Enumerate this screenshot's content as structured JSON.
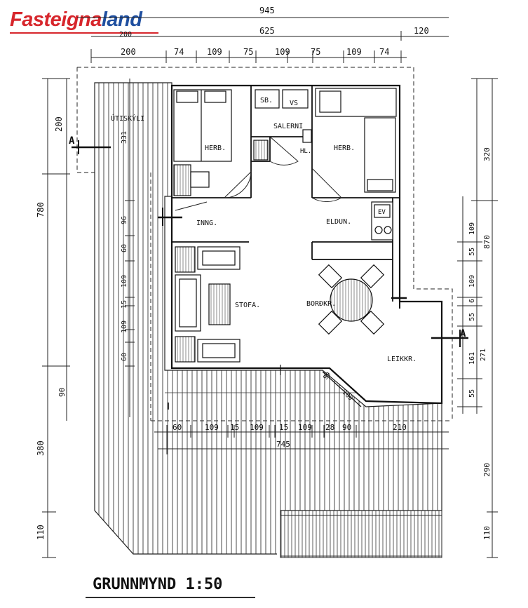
{
  "logo": {
    "part1": "Fasteigna",
    "part2": "land",
    "color1": "#d7262c",
    "color2": "#1f4fa0"
  },
  "title": "GRUNNMYND 1:50",
  "rooms": {
    "utiskyli": "ÚTISKÝLI",
    "herb_left": "HERB.",
    "herb_right": "HERB.",
    "sb": "SB.",
    "vs": "VS",
    "salerni": "SALERNI",
    "hl": "HL.",
    "inng": "INNG.",
    "eldun": "ELDUN.",
    "ev": "EV",
    "stofa": "STOFA.",
    "bordkr": "BORÐKR.",
    "leikkr": "LEIKKR."
  },
  "section_marks": {
    "left": "A",
    "right": "A"
  },
  "dims_top": {
    "total": "945",
    "main": "625",
    "right": "120",
    "stray": "200",
    "row": [
      "200",
      "74",
      "109",
      "75",
      "109",
      "75",
      "109",
      "74"
    ]
  },
  "dims_left": {
    "outer": [
      "200",
      "780",
      "380",
      "110"
    ],
    "inner": [
      "331",
      "96",
      "60",
      "109",
      "15",
      "109",
      "60",
      "90"
    ]
  },
  "dims_right": {
    "outer": [
      "320",
      "870",
      "290",
      "110"
    ],
    "inner": [
      "109",
      "55",
      "109",
      "6",
      "55",
      "161",
      "55",
      "271"
    ]
  },
  "dims_bottom": {
    "row": [
      "60",
      "109",
      "15",
      "109",
      "15",
      "109",
      "28",
      "90",
      "210"
    ],
    "total": "745",
    "diag": [
      "99",
      "109"
    ]
  }
}
